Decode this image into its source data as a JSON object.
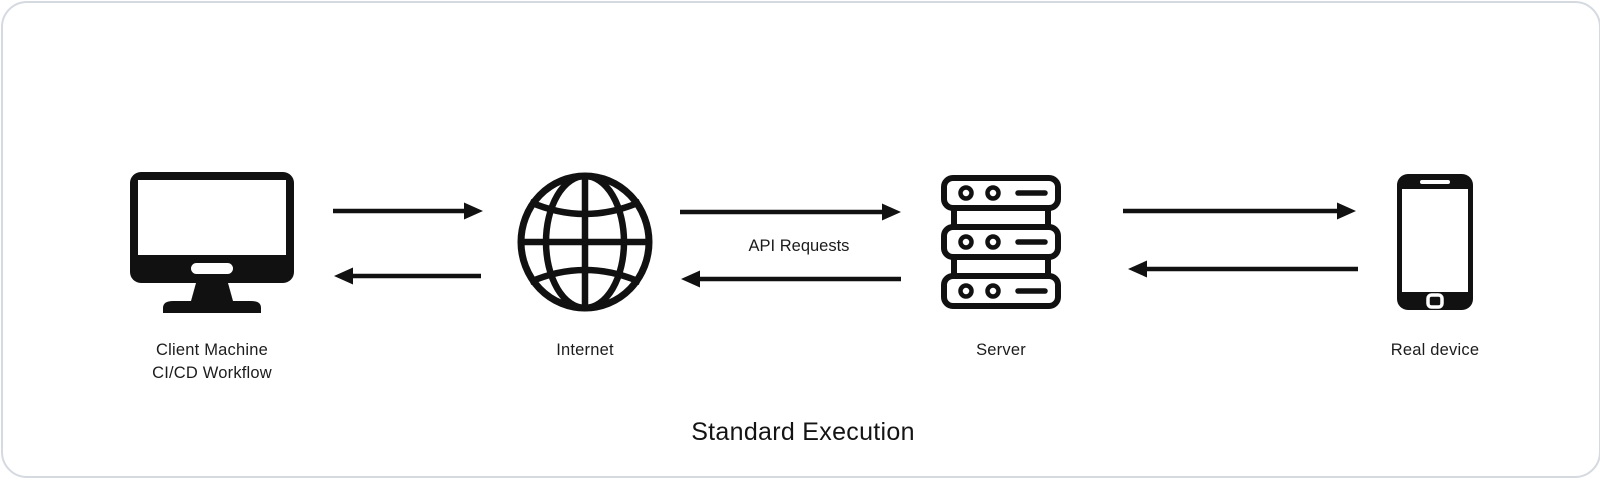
{
  "diagram": {
    "caption": "Standard Execution",
    "colors": {
      "ink": "#111111",
      "background": "#ffffff",
      "card_border": "#d5d9e0"
    },
    "nodes": [
      {
        "id": "client",
        "icon": "desktop-monitor-icon",
        "label_line1": "Client Machine",
        "label_line2": "CI/CD Workflow"
      },
      {
        "id": "internet",
        "icon": "globe-icon",
        "label_line1": "Internet"
      },
      {
        "id": "server",
        "icon": "server-rack-icon",
        "label_line1": "Server"
      },
      {
        "id": "device",
        "icon": "smartphone-icon",
        "label_line1": "Real device"
      }
    ],
    "connections": [
      {
        "from": "Client Machine",
        "to": "Internet",
        "style": "bidirectional-arrows",
        "label": ""
      },
      {
        "from": "Internet",
        "to": "Server",
        "style": "bidirectional-arrows",
        "label": "API Requests"
      },
      {
        "from": "Server",
        "to": "Real device",
        "style": "bidirectional-arrows",
        "label": ""
      }
    ]
  }
}
